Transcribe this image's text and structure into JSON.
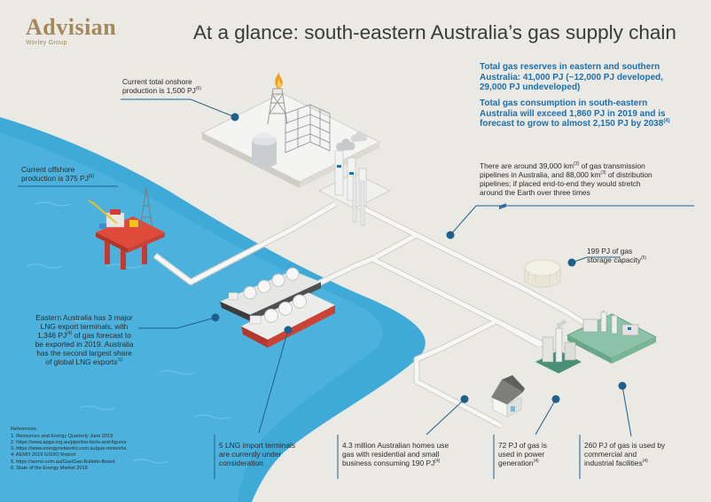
{
  "brand": {
    "name": "Advisian",
    "sub": "Worley Group"
  },
  "title": "At a glance: south-eastern Australia’s gas supply chain",
  "highlights": {
    "reserves": [
      "Total gas reserves in eastern and southern",
      "Australia: 41,000 PJ (~12,000 PJ developed,",
      "29,000 PJ undeveloped)"
    ],
    "consumption": [
      "Total gas consumption in south-eastern",
      "Australia will exceed 1,860 PJ in 2019 and is",
      "forecast to grow to almost 2,150 PJ by 2038"
    ],
    "consumption_ref": "(4)"
  },
  "callouts": {
    "onshore": {
      "line1": "Current total onshore",
      "line2": "production is 1,500 PJ",
      "ref": "(6)"
    },
    "offshore": {
      "line1": "Current offshore",
      "line2": "production is 375 PJ",
      "ref": "(6)"
    },
    "pipelines": {
      "line1a": "There are around 39,000 km",
      "line1ref": "(2)",
      "line1b": " of gas transmission",
      "line2a": "pipelines in Australia, and 88,000 km",
      "line2ref": "(3)",
      "line2b": " of distribution",
      "line3": "pipelines; if placed end-to-end they would stretch",
      "line4": "around the Earth over three times"
    },
    "storage": {
      "line1": "199 PJ of gas",
      "line2": "storage capacity",
      "ref": "(5)"
    },
    "lng_export": {
      "line1": "Eastern Australia has 3 major",
      "line2": "LNG export terminals, with",
      "line3a": "1,346 PJ",
      "line3ref": "(4)",
      "line3b": " of gas forecast to",
      "line4": "be exported in 2019. Australia",
      "line5": "has the second largest share",
      "line6": "of global LNG exports",
      "line6ref": "(1)"
    },
    "lng_import": {
      "line1": "5 LNG import terminals",
      "line2": "are currently under",
      "line3": "consideration"
    },
    "homes": {
      "line1": "4.3 million Australian homes use",
      "line2": "gas with residential and small",
      "line3": "business consuming 190 PJ",
      "ref": "(4)"
    },
    "power": {
      "line1": "72 PJ of gas is",
      "line2": "used in power",
      "line3": "generation",
      "ref": "(4)"
    },
    "industrial": {
      "line1": "260 PJ of gas is used by",
      "line2": "commercial and",
      "line3": "industrial facilities",
      "ref": "(4)"
    }
  },
  "references": {
    "heading": "References:",
    "items": [
      "1.  Resources and Energy Quarterly June 2019",
      "2.  https://www.apga.org.au/pipeline-facts-and-figures",
      "3.  https://www.energynetworks.com.au/gas-networks",
      "4.  AEMO 2019 GSOO Report",
      "5.  https://aemo.com.au/Gas/Gas-Bulletin-Board",
      "6.  State of the Energy Market 2018"
    ]
  },
  "colors": {
    "brand": "#a4875a",
    "accent": "#1d6fae",
    "sea": "#3fa9d8",
    "sea_light": "#7dcdef",
    "callout_dot": "#1f5f8b",
    "pipeline": "#f7f7f6",
    "land": "#ebe9e4"
  },
  "icons": [
    "onshore-gas-plant-icon",
    "offshore-platform-icon",
    "lng-carrier-icon",
    "gas-storage-tank-icon",
    "house-icon",
    "power-station-icon",
    "industrial-facility-icon",
    "processing-plant-icon"
  ]
}
